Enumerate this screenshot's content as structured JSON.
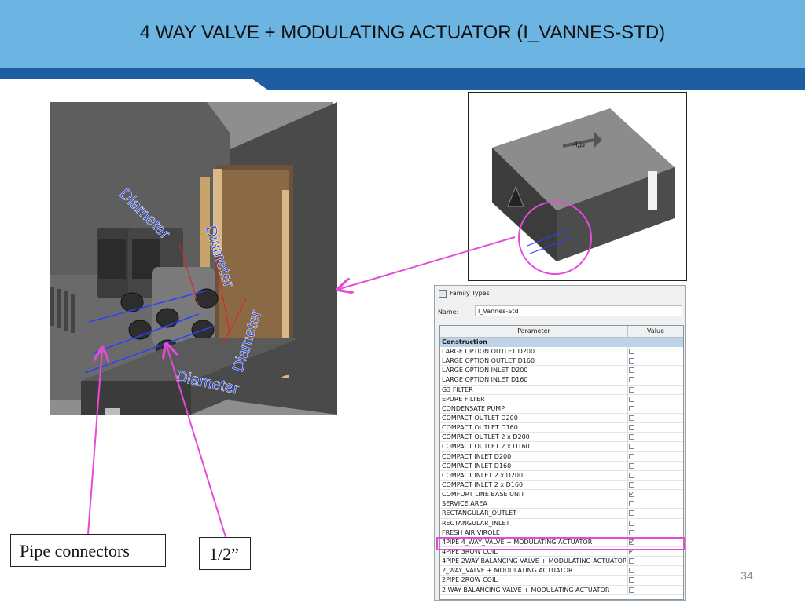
{
  "slide": {
    "title": "4 WAY VALVE + MODULATING ACTUATOR (I_VANNES-STD)",
    "page_number": "34",
    "colors": {
      "header": "#6cb4e2",
      "stripe_dark": "#1f5da3",
      "highlight": "#e54ad8"
    }
  },
  "illustration": {
    "dimension_labels": [
      "Diameter",
      "Diameter",
      "Diameter",
      "Diameter"
    ]
  },
  "thumbnail": {
    "label": "AIR"
  },
  "callouts": {
    "pipe_connectors": "Pipe connectors",
    "half_inch": "1/2”"
  },
  "dialog": {
    "title": "Family Types",
    "name_label": "Name:",
    "name_value": "I_Vannes-Std",
    "col_parameter": "Parameter",
    "col_value": "Value",
    "group": "Construction",
    "rows": [
      {
        "label": "LARGE OPTION OUTLET D200",
        "checked": false
      },
      {
        "label": "LARGE OPTION OUTLET D160",
        "checked": false
      },
      {
        "label": "LARGE OPTION INLET D200",
        "checked": false
      },
      {
        "label": "LARGE OPTION INLET D160",
        "checked": false
      },
      {
        "label": "G3 FILTER",
        "checked": false
      },
      {
        "label": "EPURE FILTER",
        "checked": false
      },
      {
        "label": "CONDENSATE PUMP",
        "checked": false
      },
      {
        "label": "COMPACT OUTLET D200",
        "checked": false
      },
      {
        "label": "COMPACT OUTLET D160",
        "checked": false
      },
      {
        "label": "COMPACT OUTLET 2 x D200",
        "checked": false
      },
      {
        "label": "COMPACT OUTLET 2 x D160",
        "checked": false
      },
      {
        "label": "COMPACT INLET D200",
        "checked": false
      },
      {
        "label": "COMPACT INLET D160",
        "checked": false
      },
      {
        "label": "COMPACT INLET 2 x D200",
        "checked": false
      },
      {
        "label": "COMPACT INLET 2 x D160",
        "checked": false
      },
      {
        "label": "COMFORT LINE BASE UNIT",
        "checked": true
      },
      {
        "label": "SERVICE AREA",
        "checked": false
      },
      {
        "label": "RECTANGULAR_OUTLET",
        "checked": false
      },
      {
        "label": "RECTANGULAR_INLET",
        "checked": false
      },
      {
        "label": "FRESH AIR VIROLE",
        "checked": false
      },
      {
        "label": "4PIPE 4_WAY_VALVE + MODULATING ACTUATOR",
        "checked": true
      },
      {
        "label": "4PIPE 3ROW  COIL",
        "checked": true
      },
      {
        "label": "4PIPE 2WAY BALANCING VALVE + MODULATING ACTUATOR",
        "checked": false
      },
      {
        "label": "2_WAY_VALVE + MODULATING ACTUATOR",
        "checked": false
      },
      {
        "label": "2PIPE 2ROW COIL",
        "checked": false
      },
      {
        "label": "2 WAY BALANCING VALVE + MODULATING ACTUATOR",
        "checked": false
      }
    ]
  }
}
